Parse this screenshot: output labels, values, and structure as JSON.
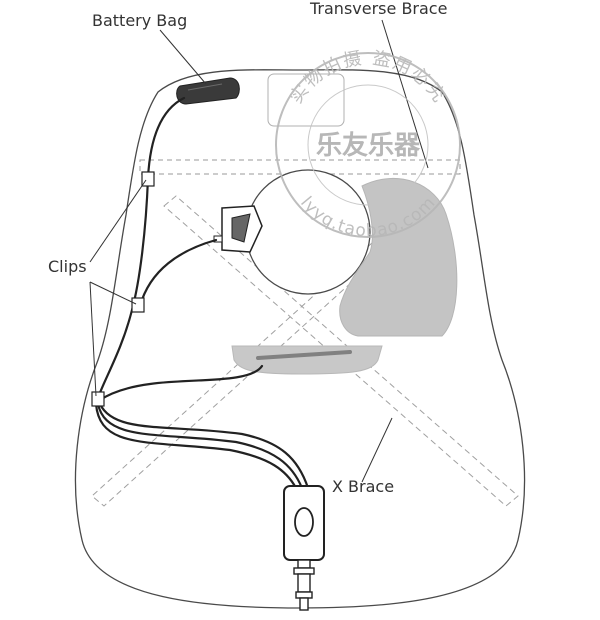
{
  "labels": {
    "battery_bag": "Battery Bag",
    "transverse_brace": "Transverse Brace",
    "clips": "Clips",
    "x_brace": "X Brace"
  },
  "watermark": {
    "top_text": "实物拍摄  盗用必究",
    "center_text": "乐友乐器",
    "bottom_text": "lyyq.taobao.com"
  },
  "colors": {
    "outline": "#4a4a4a",
    "brace_dash": "#9a9a9a",
    "pickguard": "#c4c4c4",
    "bridge": "#c8c8c8",
    "cable": "#222222",
    "label": "#333333",
    "watermark": "#b7b7b7"
  }
}
